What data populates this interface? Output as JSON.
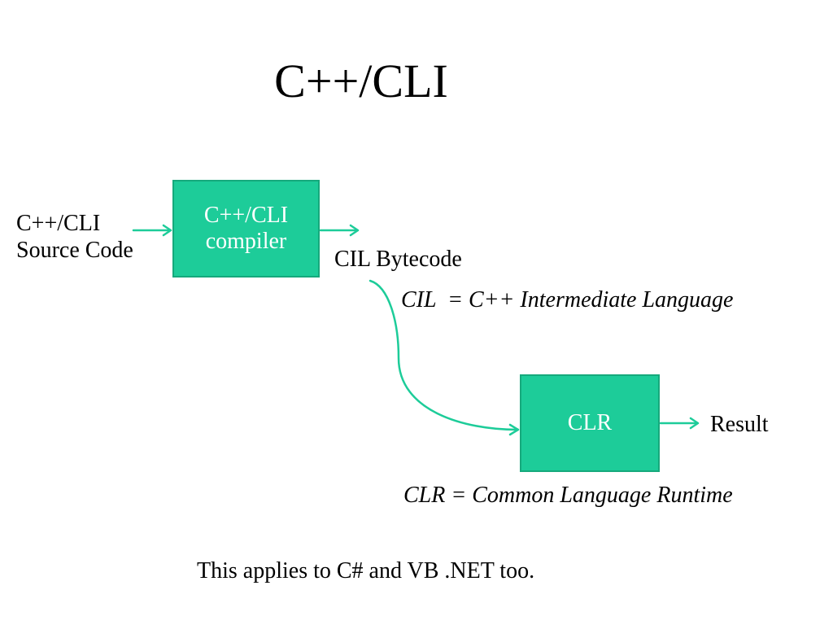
{
  "title": "C++/CLI",
  "source": {
    "line1": "C++/CLI",
    "line2": "Source Code"
  },
  "compiler_box": {
    "line1": "C++/CLI",
    "line2": "compiler"
  },
  "bytecode_label": "CIL Bytecode",
  "cil_definition": "CIL  = C++ Intermediate Language",
  "clr_box": "CLR",
  "result_label": "Result",
  "clr_definition": "CLR = Common Language Runtime",
  "footer_note": "This applies to C# and VB .NET too.",
  "colors": {
    "box_fill": "#1dcc99",
    "box_border": "#16a97c",
    "arrow": "#1dcc99",
    "text": "#000000",
    "box_text": "#ffffff"
  }
}
